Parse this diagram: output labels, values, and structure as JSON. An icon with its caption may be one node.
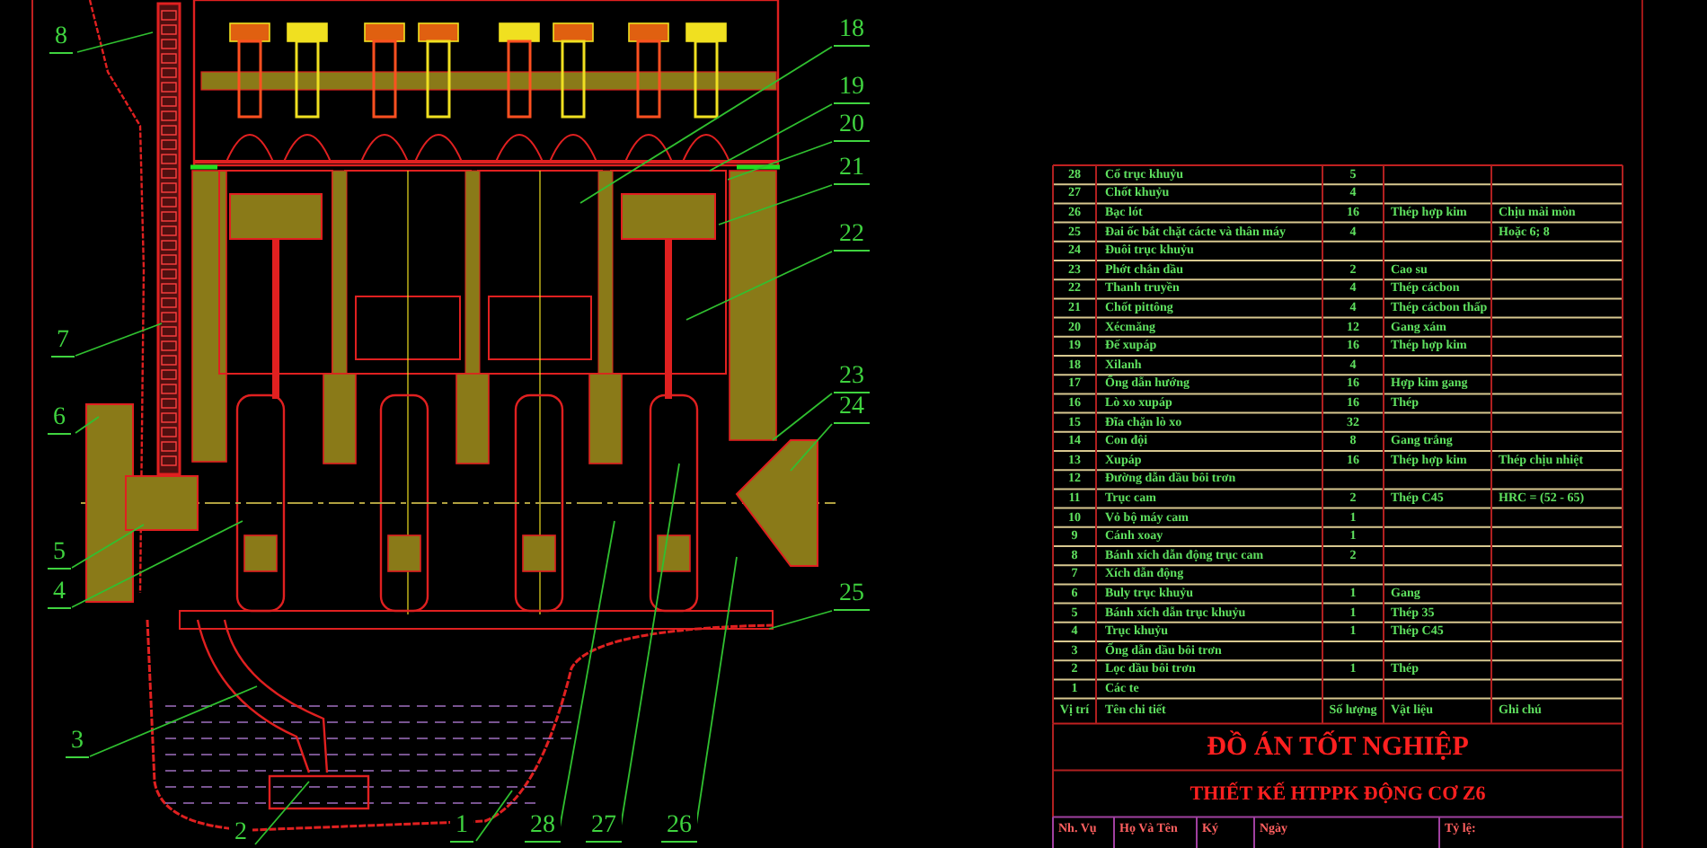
{
  "diagram": {
    "nodes": [
      {
        "text": [
          "1"
        ]
      },
      {
        "text": [
          "2"
        ]
      },
      {
        "text": [
          "3"
        ]
      },
      {
        "text": [
          "4"
        ]
      },
      {
        "text": [
          "5"
        ]
      },
      {
        "text": [
          "6"
        ]
      },
      {
        "text": [
          "7"
        ]
      },
      {
        "text": [
          "8"
        ]
      },
      {
        "text": [
          "18"
        ]
      },
      {
        "text": [
          "19"
        ]
      },
      {
        "text": [
          "20"
        ]
      },
      {
        "text": [
          "21"
        ]
      },
      {
        "text": [
          "22"
        ]
      },
      {
        "text": [
          "23"
        ]
      },
      {
        "text": [
          "24"
        ]
      },
      {
        "text": [
          "25"
        ]
      },
      {
        "text": [
          "26"
        ]
      },
      {
        "text": [
          "27"
        ]
      },
      {
        "text": [
          "28"
        ]
      }
    ],
    "edges": [
      {
        "from": 0,
        "to": null,
        "arrow": "none"
      },
      {
        "from": 1,
        "to": null,
        "arrow": "none"
      },
      {
        "from": 2,
        "to": null,
        "arrow": "none"
      },
      {
        "from": 3,
        "to": null,
        "arrow": "none"
      },
      {
        "from": 4,
        "to": null,
        "arrow": "none"
      },
      {
        "from": 5,
        "to": null,
        "arrow": "none"
      },
      {
        "from": 6,
        "to": null,
        "arrow": "none"
      },
      {
        "from": 7,
        "to": null,
        "arrow": "none"
      },
      {
        "from": 8,
        "to": null,
        "arrow": "none"
      },
      {
        "from": 9,
        "to": null,
        "arrow": "none"
      },
      {
        "from": 10,
        "to": null,
        "arrow": "none"
      },
      {
        "from": 11,
        "to": null,
        "arrow": "none"
      },
      {
        "from": 12,
        "to": null,
        "arrow": "none"
      },
      {
        "from": 13,
        "to": null,
        "arrow": "none"
      },
      {
        "from": 14,
        "to": null,
        "arrow": "none"
      },
      {
        "from": 15,
        "to": null,
        "arrow": "none"
      },
      {
        "from": 16,
        "to": null,
        "arrow": "none"
      },
      {
        "from": 17,
        "to": null,
        "arrow": "none"
      },
      {
        "from": 18,
        "to": null,
        "arrow": "none"
      }
    ],
    "labels": [
      "28",
      "Cổ trục khuỷu",
      "5",
      "27",
      "Chốt khuỷu",
      "4",
      "26",
      "Bạc lót",
      "16",
      "Thép hợp kim",
      "Chịu mài mòn",
      "25",
      "Đai ốc bắt chặt cácte và thân máy",
      "4",
      "Hoặc 6; 8",
      "24",
      "Đuôi trục khuỷu",
      "23",
      "Phớt chắn dầu",
      "2",
      "Cao su",
      "22",
      "Thanh truyền",
      "4",
      "Thép cácbon",
      "21",
      "Chốt pittông",
      "4",
      "Thép cácbon thấp",
      "20",
      "Xécmăng",
      "12",
      "Gang xám",
      "19",
      "Đế xupáp",
      "16",
      "Thép hợp kim",
      "18",
      "Xilanh",
      "4",
      "17",
      "Ống dẫn hướng",
      "16",
      "Hợp kim gang",
      "16",
      "Lò xo xupáp",
      "16",
      "Thép",
      "15",
      "Đĩa chặn lò xo",
      "32",
      "14",
      "Con đội",
      "8",
      "Gang trắng",
      "13",
      "Xupáp",
      "16",
      "Thép hợp kim",
      "Thép chịu nhiệt",
      "12",
      "Đường dẫn dầu bôi trơn",
      "11",
      "Trục cam",
      "2",
      "Thép C45",
      "HRC = (52 - 65)",
      "10",
      "Vỏ bộ máy cam",
      "1",
      "9",
      "Cánh xoay",
      "1",
      "8",
      "Bánh xích dẫn động trục cam",
      "2",
      "7",
      "Xích dẫn động",
      "6",
      "Buly trục khuỷu",
      "1",
      "Gang",
      "5",
      "Bánh xích dẫn trục khuỷu",
      "1",
      "Thép 35",
      "4",
      "Trục khuỷu",
      "1",
      "Thép C45",
      "3",
      "Ống dẫn dầu bôi trơn",
      "2",
      "Lọc dầu bôi trơn",
      "1",
      "Thép",
      "1",
      "Các te",
      "Vị trí",
      "Tên chi tiết",
      "Số lượng",
      "Vật liệu",
      "Ghi chú",
      "ĐỒ ÁN TỐT NGHIỆP",
      "THIẾT KẾ HTPPK ĐỘNG CƠ Z6",
      "Nh. Vụ",
      "Họ Và Tên",
      "Ký",
      "Ngày",
      "Tỷ lệ:"
    ]
  }
}
